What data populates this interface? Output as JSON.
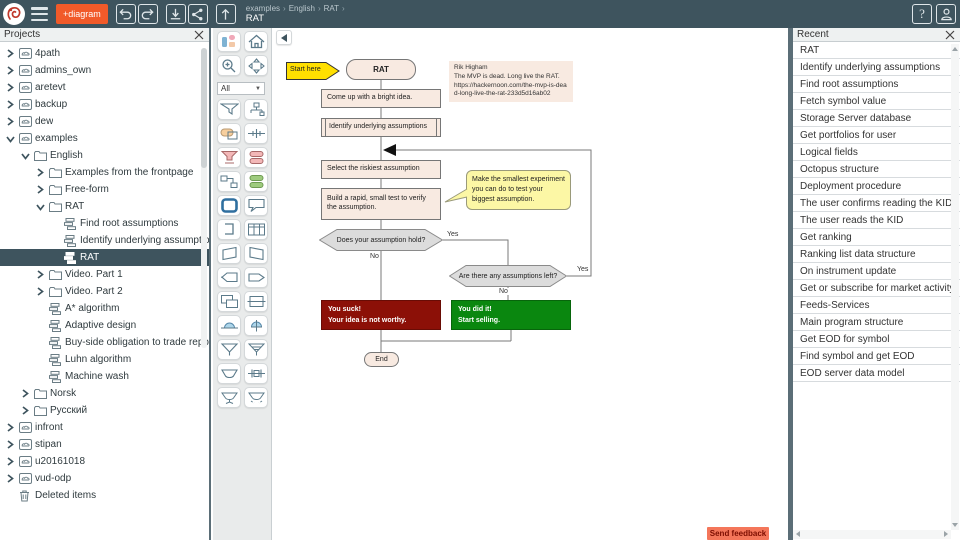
{
  "colors": {
    "topbar": "#3e545e",
    "accent": "#f15a29",
    "nodefill": "#f8eae1",
    "nodeborder": "#767676",
    "decisionfill": "#dcdcdc",
    "yellow": "#ffdf00",
    "calloutfill": "#fcf7a5",
    "fail": "#8c1007",
    "success": "#0a870f",
    "feedbackbg": "#f4765a",
    "feedbacktext": "#7c0d00"
  },
  "topbar": {
    "new_diagram_label": "+diagram",
    "breadcrumb": [
      "examples",
      "English",
      "RAT"
    ],
    "title": "RAT",
    "help_label": "?"
  },
  "projects_panel": {
    "title": "Projects",
    "items": [
      {
        "label": "4path",
        "level": 0,
        "icon": "project",
        "chevron": "right"
      },
      {
        "label": "admins_own",
        "level": 0,
        "icon": "project",
        "chevron": "right"
      },
      {
        "label": "aretevt",
        "level": 0,
        "icon": "project",
        "chevron": "right"
      },
      {
        "label": "backup",
        "level": 0,
        "icon": "project",
        "chevron": "right"
      },
      {
        "label": "dew",
        "level": 0,
        "icon": "project",
        "chevron": "right"
      },
      {
        "label": "examples",
        "level": 0,
        "icon": "project",
        "chevron": "down"
      },
      {
        "label": "English",
        "level": 1,
        "icon": "folder",
        "chevron": "down"
      },
      {
        "label": "Examples from the frontpage",
        "level": 2,
        "icon": "folder",
        "chevron": "right"
      },
      {
        "label": "Free-form",
        "level": 2,
        "icon": "folder",
        "chevron": "right"
      },
      {
        "label": "RAT",
        "level": 2,
        "icon": "folder",
        "chevron": "down"
      },
      {
        "label": "Find root assumptions",
        "level": 3,
        "icon": "diagram",
        "chevron": "none"
      },
      {
        "label": "Identify underlying assumptions",
        "level": 3,
        "icon": "diagram",
        "chevron": "none"
      },
      {
        "label": "RAT",
        "level": 3,
        "icon": "diagram",
        "chevron": "none",
        "selected": true
      },
      {
        "label": "Video. Part 1",
        "level": 2,
        "icon": "folder",
        "chevron": "right"
      },
      {
        "label": "Video. Part 2",
        "level": 2,
        "icon": "folder",
        "chevron": "right"
      },
      {
        "label": "A* algorithm",
        "level": 2,
        "icon": "diagram",
        "chevron": "none"
      },
      {
        "label": "Adaptive design",
        "level": 2,
        "icon": "diagram",
        "chevron": "none"
      },
      {
        "label": "Buy-side obligation to trade report",
        "level": 2,
        "icon": "diagram",
        "chevron": "none"
      },
      {
        "label": "Luhn algorithm",
        "level": 2,
        "icon": "diagram",
        "chevron": "none"
      },
      {
        "label": "Machine wash",
        "level": 2,
        "icon": "diagram",
        "chevron": "none"
      },
      {
        "label": "Norsk",
        "level": 1,
        "icon": "folder",
        "chevron": "right"
      },
      {
        "label": "Русский",
        "level": 1,
        "icon": "folder",
        "chevron": "right"
      },
      {
        "label": "infront",
        "level": 0,
        "icon": "project",
        "chevron": "right"
      },
      {
        "label": "stipan",
        "level": 0,
        "icon": "project",
        "chevron": "right"
      },
      {
        "label": "u20161018",
        "level": 0,
        "icon": "project",
        "chevron": "right"
      },
      {
        "label": "vud-odp",
        "level": 0,
        "icon": "project",
        "chevron": "right"
      },
      {
        "label": "Deleted items",
        "level": 0,
        "icon": "trash",
        "chevron": "none"
      }
    ]
  },
  "palette": {
    "filter_value": "All",
    "tools": [
      "stencils-icon",
      "home-icon",
      "zoom-in-icon",
      "pan-icon"
    ],
    "shapes": [
      "callout-funnel",
      "org-chart",
      "tag-overlap",
      "pipe-cross",
      "funnel-red",
      "stack-red",
      "node-link",
      "stack-green",
      "rounded-square-selected",
      "speech-bubble",
      "bracket",
      "table-columns",
      "card-skew-left",
      "card-skew-right",
      "arrow-tag-left",
      "arrow-right",
      "rect-overlap",
      "rect-split",
      "dome-filled",
      "dome-stem",
      "funnel-v",
      "funnel-hatched",
      "bowl",
      "pipe-joint",
      "bowl-stem",
      "bowl-dashed"
    ]
  },
  "canvas": {
    "nodes": {
      "start": "Start here",
      "rat": "RAT",
      "note": "Rik Higham\nThe MVP is dead. Long live the RAT.\nhttps://hackernoon.com/the-mvp-is-dead-long-live-the-rat-233d5d16ab02",
      "come_up": "Come up with a bright idea.",
      "identify": "Identify underlying assumptions",
      "select": "Select the riskiest assumption",
      "build": "Build a rapid, small test to verify the assumption.",
      "callout": "Make the smallest experiment you can do to test your biggest assumption.",
      "decision1": "Does your assumption hold?",
      "decision2": "Are there any assumptions left?",
      "fail_line1": "You suck!",
      "fail_line2": "Your idea is not worthy.",
      "success_line1": "You did it!",
      "success_line2": "Start selling.",
      "end": "End"
    },
    "labels": {
      "yes": "Yes",
      "no": "No"
    },
    "feedback_label": "Send feedback"
  },
  "recent_panel": {
    "title": "Recent",
    "items": [
      "RAT",
      "Identify underlying assumptions",
      "Find root assumptions",
      "Fetch symbol value",
      "Storage Server database",
      "Get portfolios for user",
      "Logical fields",
      "Octopus structure",
      "Deployment procedure",
      "The user confirms reading the KID",
      "The user reads the KID",
      "Get ranking",
      "Ranking list data structure",
      "On instrument update",
      "Get or subscribe for market activity",
      "Feeds-Services",
      "Main program structure",
      "Get EOD for symbol",
      "Find symbol and get EOD",
      "EOD server data model"
    ]
  }
}
